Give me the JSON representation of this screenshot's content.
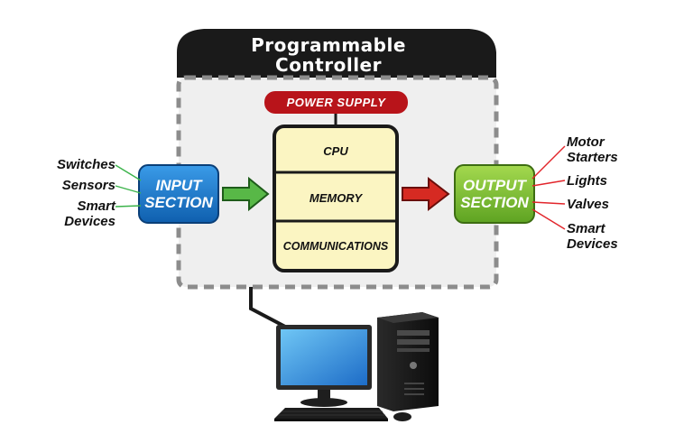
{
  "title": {
    "line1": "Programmable",
    "line2": "Controller"
  },
  "power_supply": "POWER SUPPLY",
  "cpu_block": {
    "cpu": "CPU",
    "memory": "MEMORY",
    "communications": "COMMUNICATIONS"
  },
  "input_section": {
    "line1": "INPUT",
    "line2": "SECTION"
  },
  "output_section": {
    "line1": "OUTPUT",
    "line2": "SECTION"
  },
  "inputs": [
    {
      "lines": [
        "Switches"
      ]
    },
    {
      "lines": [
        "Sensors"
      ]
    },
    {
      "lines": [
        "Smart",
        "Devices"
      ]
    }
  ],
  "outputs": [
    {
      "lines": [
        "Motor",
        "Starters"
      ]
    },
    {
      "lines": [
        "Lights"
      ]
    },
    {
      "lines": [
        "Valves"
      ]
    },
    {
      "lines": [
        "Smart",
        "Devices"
      ]
    }
  ],
  "colors": {
    "header": "#1a1a1a",
    "input_box": "#1c7fd6",
    "output_box": "#7cc23a",
    "cpu_fill": "#fbf5c2",
    "power_supply": "#b8141a",
    "green_arrow": "#58b847",
    "red_arrow": "#d62a22",
    "input_lines": "#3bb34a",
    "output_lines": "#e2252b"
  },
  "icons": [
    "desktop-computer-icon",
    "monitor-icon",
    "tower-icon",
    "keyboard-icon",
    "mouse-icon"
  ]
}
